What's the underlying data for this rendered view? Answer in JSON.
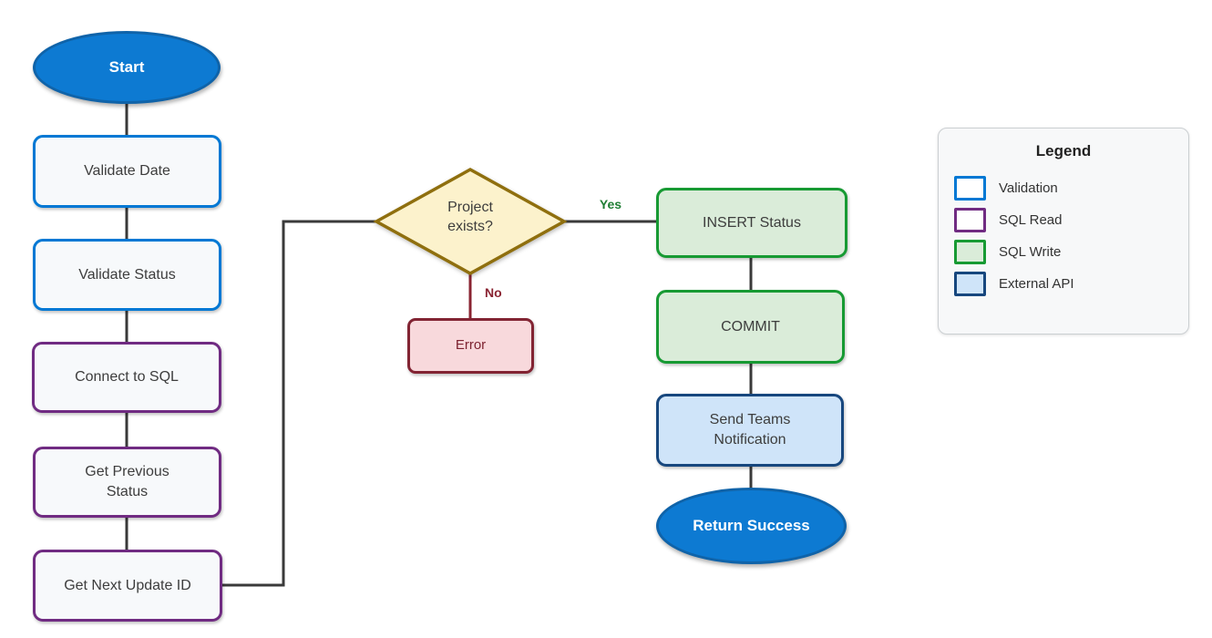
{
  "diagram": {
    "nodes": {
      "start": {
        "label": "Start",
        "type": "terminator"
      },
      "validate_date": {
        "label": "Validate Date",
        "type": "validation"
      },
      "validate_status": {
        "label": "Validate Status",
        "type": "validation"
      },
      "connect_to_sql": {
        "label": "Connect to SQL",
        "type": "sql_read"
      },
      "get_previous_status": {
        "label": "Get Previous\nStatus",
        "type": "sql_read"
      },
      "get_next_update_id": {
        "label": "Get Next Update ID",
        "type": "sql_read"
      },
      "project_exists": {
        "label": "Project\nexists?",
        "type": "decision"
      },
      "error": {
        "label": "Error",
        "type": "error"
      },
      "insert_status": {
        "label": "INSERT Status",
        "type": "sql_write"
      },
      "commit": {
        "label": "COMMIT",
        "type": "sql_write"
      },
      "send_teams_notification": {
        "label": "Send Teams\nNotification",
        "type": "external_api"
      },
      "return_success": {
        "label": "Return Success",
        "type": "terminator"
      }
    },
    "edge_labels": {
      "yes": "Yes",
      "no": "No"
    },
    "colors": {
      "terminator_fill": "#0d7ad2",
      "terminator_border": "#0f63a9",
      "validation_border": "#0078d4",
      "sql_read_border": "#702b82",
      "sql_write_border": "#179a33",
      "sql_write_fill": "#daecd9",
      "external_api_border": "#17477e",
      "external_api_fill": "#cfe4f9",
      "decision_border": "#8f6f0e",
      "decision_fill": "#fcf2cc",
      "error_border": "#822433",
      "error_fill": "#f8d9dc",
      "node_light_fill": "#f7f9fb",
      "connector": "#3a3a3a",
      "yes_label_color": "#1f7e34",
      "no_label_color": "#8a2432"
    }
  },
  "legend": {
    "title": "Legend",
    "items": [
      {
        "label": "Validation",
        "border": "#0078d4",
        "fill": "#ffffff"
      },
      {
        "label": "SQL Read",
        "border": "#702b82",
        "fill": "#ffffff"
      },
      {
        "label": "SQL Write",
        "border": "#179a33",
        "fill": "#daecd9"
      },
      {
        "label": "External API",
        "border": "#17477e",
        "fill": "#cfe4f9"
      }
    ]
  }
}
